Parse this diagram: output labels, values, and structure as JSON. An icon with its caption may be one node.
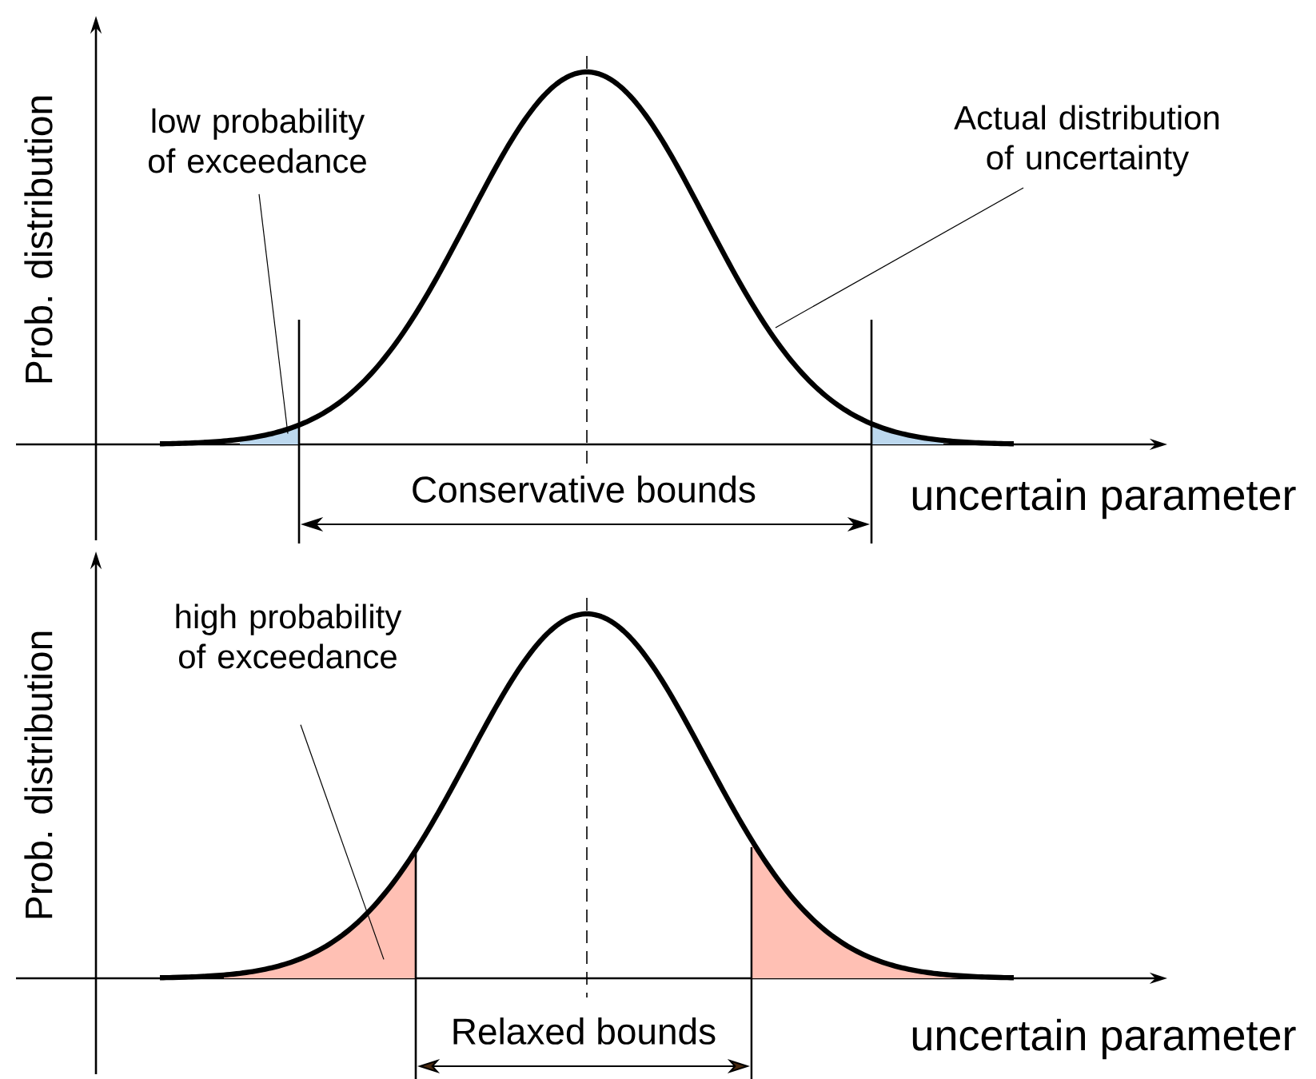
{
  "diagram": {
    "nodes": [
      {
        "text": [
          "low probability of exceedance"
        ]
      },
      {
        "text": [
          "Actual distribution of uncertainty"
        ]
      },
      {
        "text": [],
        "shape": "region"
      },
      {
        "text": [],
        "shape": "region"
      },
      {
        "text": [
          "high probability of exceedance"
        ]
      },
      {
        "text": [],
        "shape": "region"
      },
      {
        "text": [],
        "shape": "region"
      }
    ],
    "edges": [
      {
        "from": 0,
        "to": 2,
        "arrow": "none"
      },
      {
        "from": 1,
        "to": null,
        "arrow": "none"
      },
      {
        "from": 4,
        "to": 5,
        "arrow": "none"
      }
    ],
    "labels": [
      "Prob. distribution",
      "Conservative bounds",
      "uncertain parameter",
      "Prob. distribution",
      "Relaxed bounds",
      "uncertain parameter"
    ]
  }
}
